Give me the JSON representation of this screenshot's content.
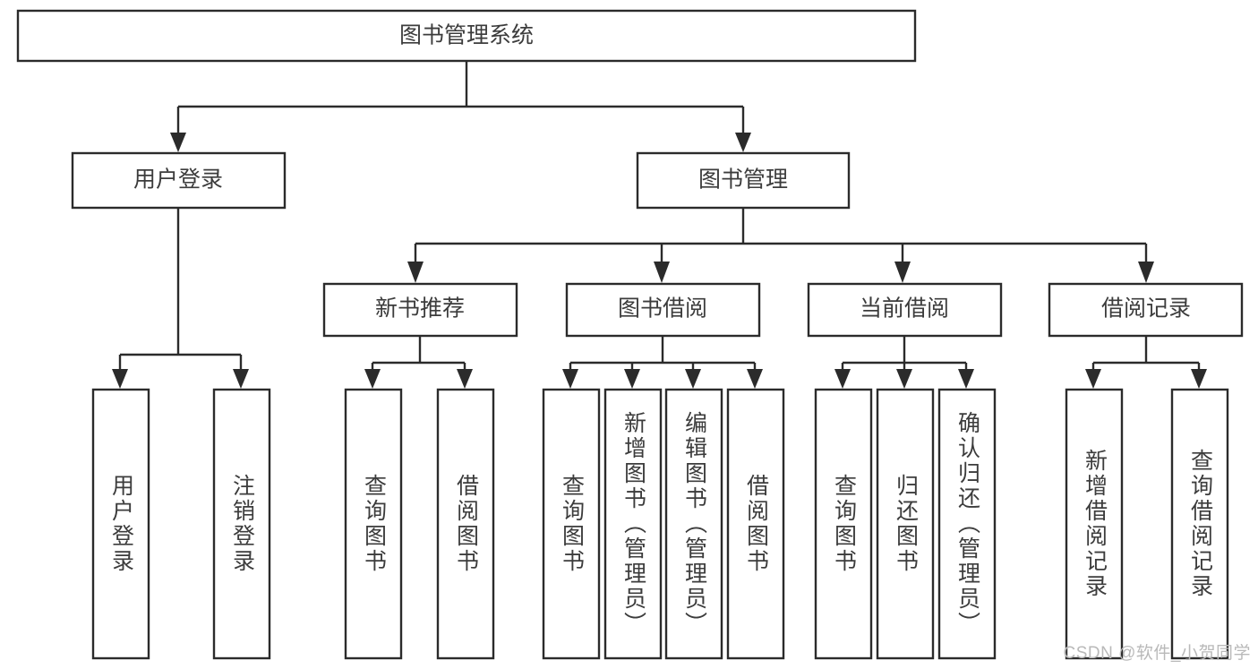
{
  "diagram": {
    "type": "hierarchy-tree",
    "title": "图书管理系统",
    "watermark": "CSDN @软件_小贺同学",
    "colors": {
      "box_stroke": "#2b2b2b",
      "box_fill": "#ffffff",
      "text": "#3c3c3c",
      "background": "#ffffff",
      "watermark": "#b9b9b9"
    },
    "nodes": {
      "root": {
        "label": "图书管理系统",
        "orientation": "horizontal"
      },
      "level2": [
        {
          "id": "user-login",
          "label": "用户登录",
          "orientation": "horizontal"
        },
        {
          "id": "book-manage",
          "label": "图书管理",
          "orientation": "horizontal"
        }
      ],
      "level3": [
        {
          "id": "new-book-recommend",
          "label": "新书推荐",
          "orientation": "horizontal"
        },
        {
          "id": "book-borrow",
          "label": "图书借阅",
          "orientation": "horizontal"
        },
        {
          "id": "current-borrow",
          "label": "当前借阅",
          "orientation": "horizontal"
        },
        {
          "id": "borrow-record",
          "label": "借阅记录",
          "orientation": "horizontal"
        }
      ],
      "leaves": [
        {
          "id": "leaf-user-login",
          "label": "用户登录",
          "orientation": "vertical",
          "parent": "user-login"
        },
        {
          "id": "leaf-user-logout",
          "label": "注销登录",
          "orientation": "vertical",
          "parent": "user-login"
        },
        {
          "id": "leaf-query-book-1",
          "label": "查询图书",
          "orientation": "vertical",
          "parent": "new-book-recommend"
        },
        {
          "id": "leaf-borrow-book-1",
          "label": "借阅图书",
          "orientation": "vertical",
          "parent": "new-book-recommend"
        },
        {
          "id": "leaf-query-book-2",
          "label": "查询图书",
          "orientation": "vertical",
          "parent": "book-borrow"
        },
        {
          "id": "leaf-add-book",
          "label": "新增图书（管理员）",
          "orientation": "vertical",
          "parent": "book-borrow"
        },
        {
          "id": "leaf-edit-book",
          "label": "编辑图书（管理员）",
          "orientation": "vertical",
          "parent": "book-borrow"
        },
        {
          "id": "leaf-borrow-book-2",
          "label": "借阅图书",
          "orientation": "vertical",
          "parent": "book-borrow"
        },
        {
          "id": "leaf-query-book-3",
          "label": "查询图书",
          "orientation": "vertical",
          "parent": "current-borrow"
        },
        {
          "id": "leaf-return-book",
          "label": "归还图书",
          "orientation": "vertical",
          "parent": "current-borrow"
        },
        {
          "id": "leaf-confirm-return",
          "label": "确认归还（管理员）",
          "orientation": "vertical",
          "parent": "current-borrow"
        },
        {
          "id": "leaf-add-record",
          "label": "新增借阅记录",
          "orientation": "vertical",
          "parent": "borrow-record"
        },
        {
          "id": "leaf-query-record",
          "label": "查询借阅记录",
          "orientation": "vertical",
          "parent": "borrow-record"
        }
      ]
    }
  }
}
